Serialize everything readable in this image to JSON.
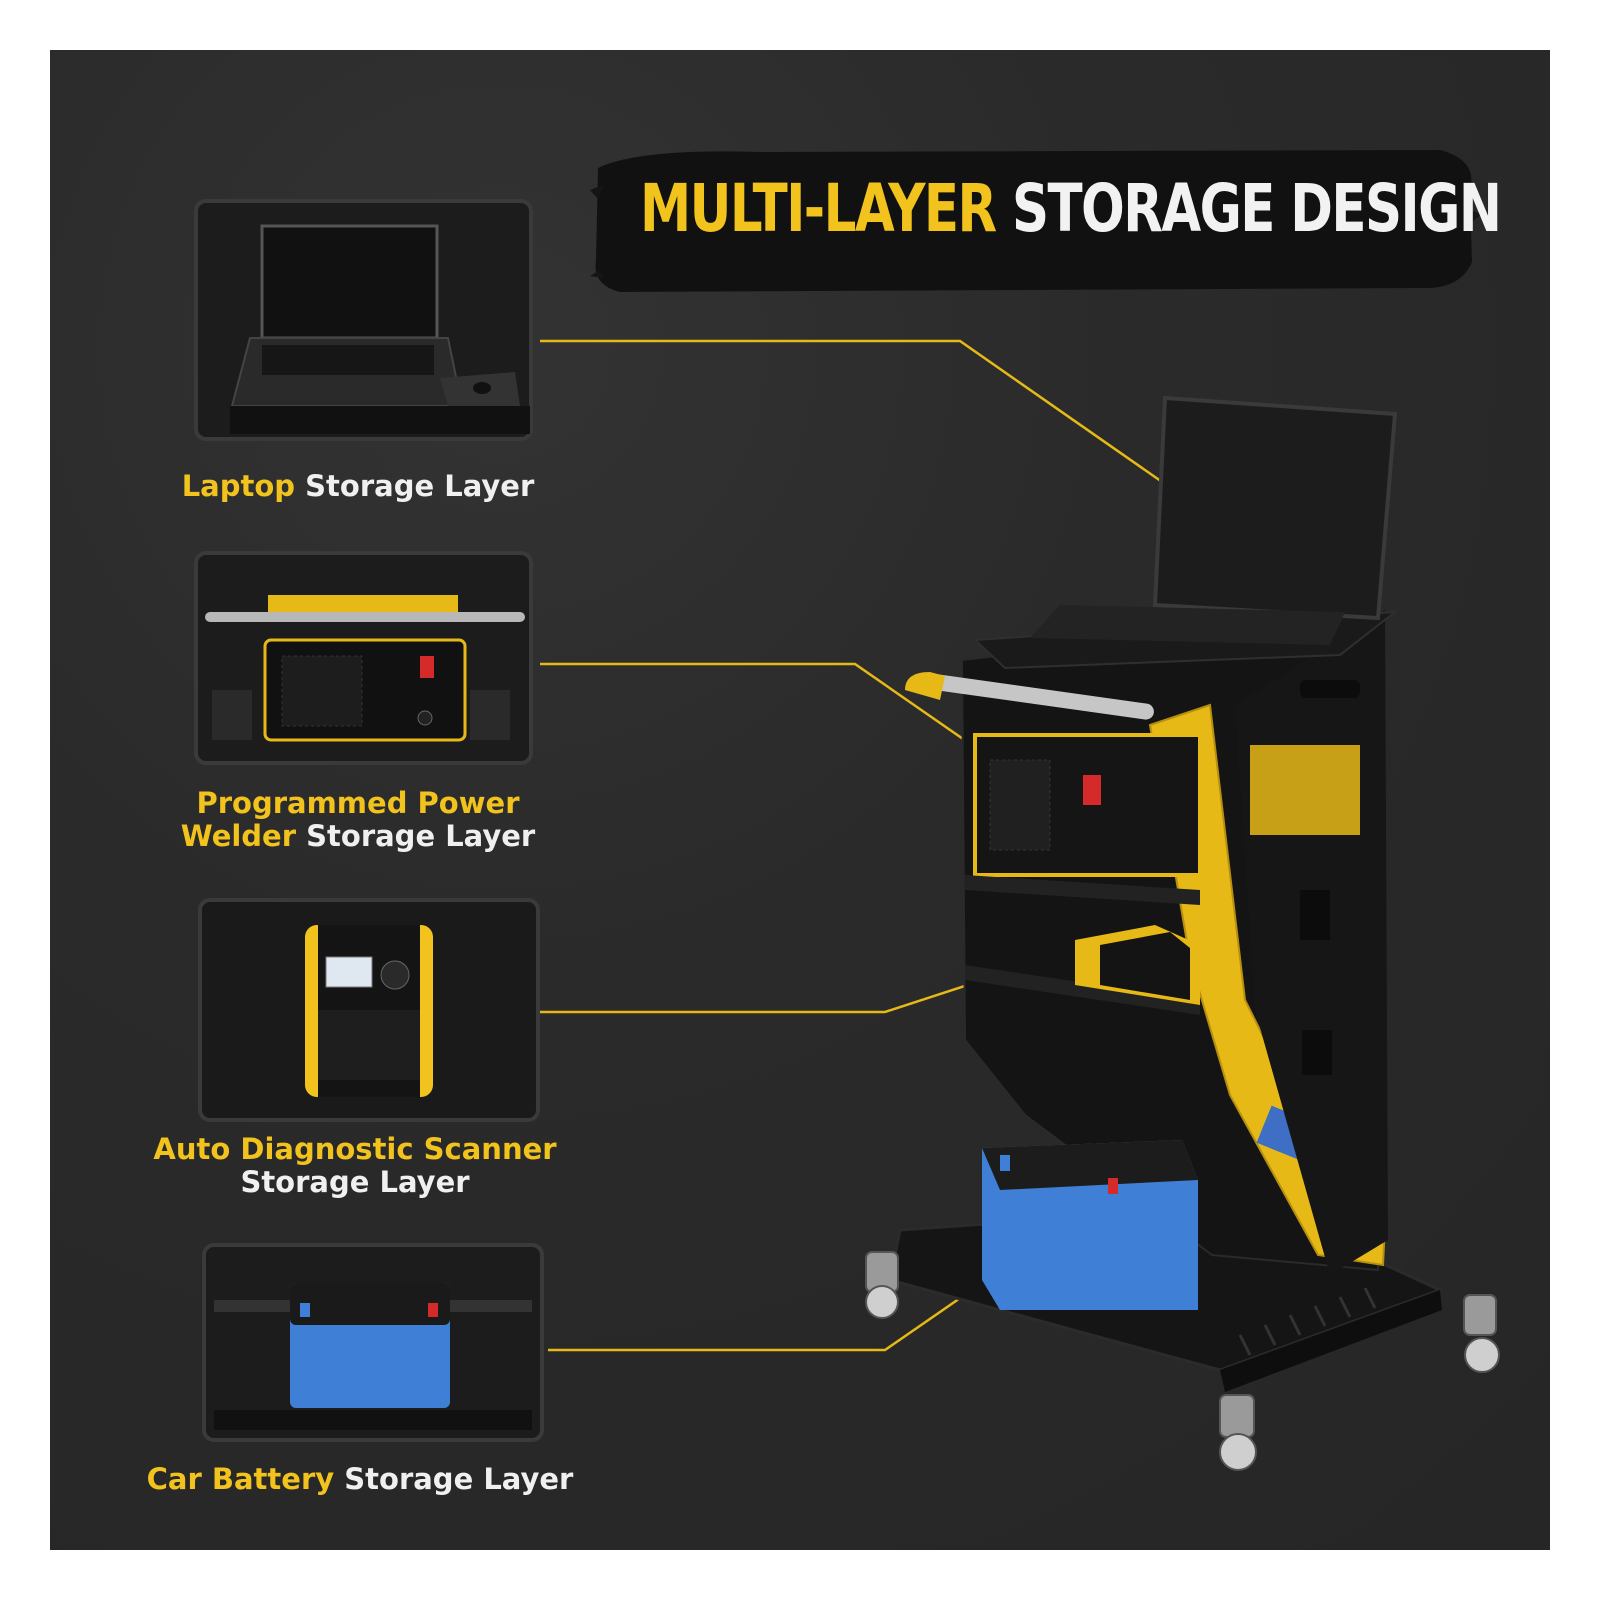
{
  "title": {
    "highlight": "MULTI-LAYER",
    "rest": "STORAGE DESIGN"
  },
  "layers": [
    {
      "highlight": "Laptop",
      "rest": "Storage Layer"
    },
    {
      "highlight_line1": "Programmed Power",
      "highlight_line2": "Welder",
      "rest": "Storage Layer"
    },
    {
      "highlight": "Auto Diagnostic Scanner",
      "rest": "Storage Layer"
    },
    {
      "highlight": "Car Battery",
      "rest": "Storage Layer"
    }
  ],
  "colors": {
    "accent_yellow": "#f2c21d",
    "background": "#2b2b2b",
    "battery_blue": "#3f7fd6",
    "white_text": "#f0f0f0"
  }
}
